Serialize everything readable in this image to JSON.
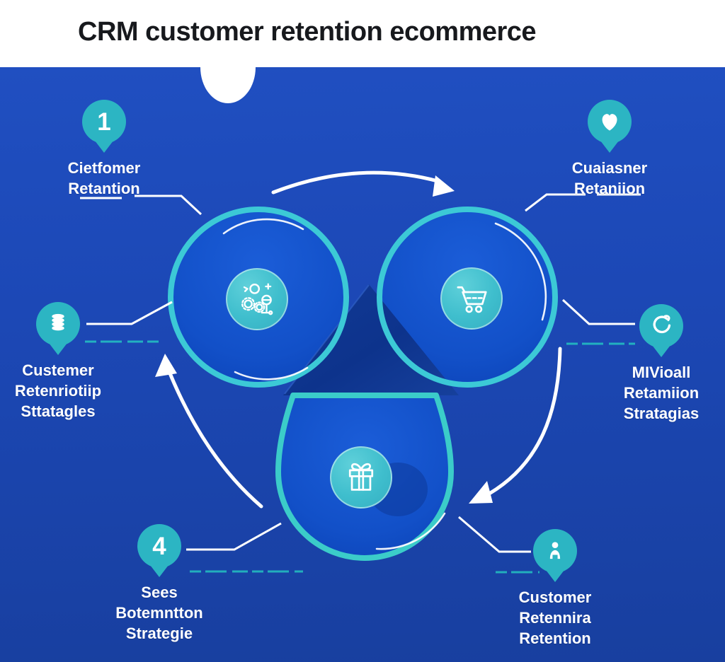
{
  "header": {
    "title": "CRM customer retention ecommerce"
  },
  "diagram": {
    "circles": [
      {
        "id": "team",
        "icon": "team-settings-icon"
      },
      {
        "id": "cart",
        "icon": "shopping-cart-icon"
      },
      {
        "id": "gift",
        "icon": "gift-icon"
      }
    ],
    "markers": [
      {
        "position": "top-left",
        "badge": "1",
        "icon": "number-1-pin",
        "lines": [
          "Cietfomer",
          "Retantion"
        ]
      },
      {
        "position": "top-right",
        "icon": "heart-pin",
        "lines": [
          "Cuaiasner",
          "Retaniion"
        ]
      },
      {
        "position": "left",
        "icon": "database-pin",
        "lines": [
          "Custemer",
          "Retenriotiip",
          "Sttatagles"
        ]
      },
      {
        "position": "right",
        "icon": "refresh-pin",
        "lines": [
          "MIVioall",
          "Retamiion",
          "Stratagias"
        ]
      },
      {
        "position": "bottom-left",
        "badge": "4",
        "icon": "number-4-pin",
        "lines": [
          "Sees",
          "Botemntton",
          "Strategie"
        ]
      },
      {
        "position": "bottom-right",
        "icon": "person-pin",
        "lines": [
          "Customer",
          "Retennira",
          "Retention"
        ]
      }
    ]
  },
  "colors": {
    "header_bg": "#FFFFFF",
    "title_text": "#17191D",
    "background": "#1C48B6",
    "accent_teal": "#3CC9D6",
    "pin_teal": "#2CB5C3",
    "icon_circle_teal": "#3FBECD",
    "circle_fill": "#1254CC",
    "triangle": "#0E368F",
    "label_text": "#FFFFFF"
  }
}
